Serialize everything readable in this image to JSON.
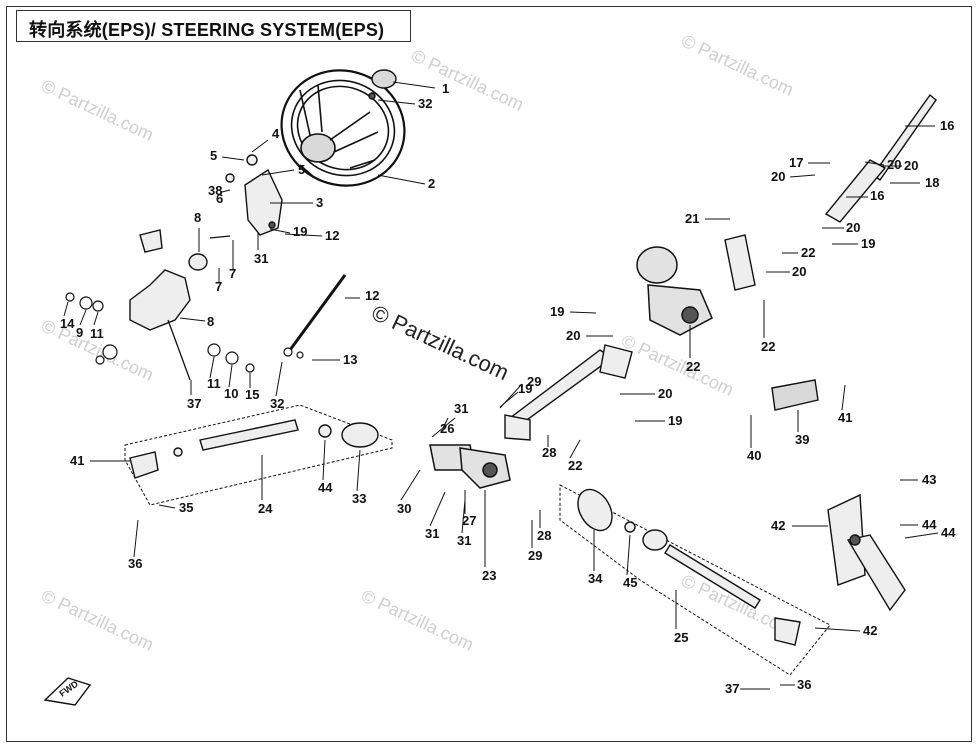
{
  "title": "转向系统(EPS)/ STEERING SYSTEM(EPS)",
  "watermark": "© Partzilla.com",
  "center_watermark": "© Partzilla.com",
  "fwd_label": "FWD",
  "callouts": [
    "1",
    "2",
    "3",
    "4",
    "5",
    "5",
    "6",
    "7",
    "7",
    "8",
    "8",
    "9",
    "10",
    "11",
    "11",
    "12",
    "12",
    "13",
    "14",
    "15",
    "16",
    "16",
    "17",
    "18",
    "19",
    "19",
    "19",
    "19",
    "19",
    "20",
    "20",
    "20",
    "20",
    "20",
    "20",
    "20",
    "21",
    "22",
    "22",
    "22",
    "22",
    "23",
    "24",
    "25",
    "26",
    "27",
    "28",
    "28",
    "29",
    "29",
    "30",
    "31",
    "31",
    "31",
    "31",
    "32",
    "32",
    "33",
    "34",
    "35",
    "36",
    "36",
    "37",
    "37",
    "38",
    "39",
    "40",
    "41",
    "41",
    "42",
    "42",
    "43",
    "44",
    "44",
    "44",
    "45",
    "45"
  ],
  "colors": {
    "line": "#111111",
    "part_fill": "#d9d9d9",
    "part_dark": "#555555",
    "watermark": "#cfcfcf"
  }
}
